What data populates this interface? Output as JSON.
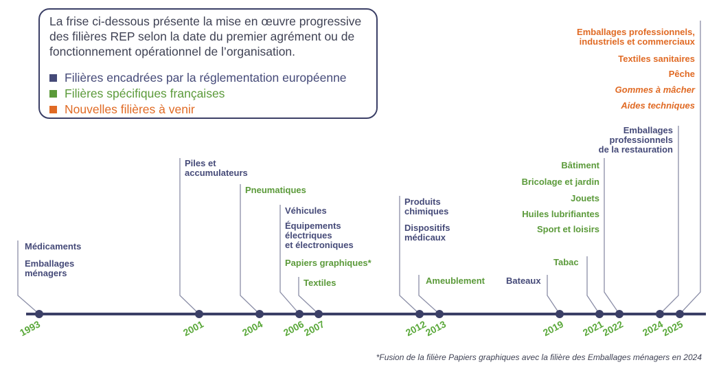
{
  "intro_text": "La frise ci-dessous présente la mise en œuvre progressive des filières REP selon la date du premier agrément ou de fonctionnement opérationnel de l’organisation.",
  "legend": [
    {
      "label": "Filières encadrées par la réglementation européenne",
      "color": "#454a78"
    },
    {
      "label": "Filières spécifiques françaises",
      "color": "#5b9a3a"
    },
    {
      "label": "Nouvelles filières à venir",
      "color": "#e06a24"
    }
  ],
  "timeline": {
    "line_color": "#3b3f66",
    "years": [
      "1993",
      "2001",
      "2004",
      "2006",
      "2007",
      "2012",
      "2013",
      "2019",
      "2021",
      "2022",
      "2024",
      "2025"
    ]
  },
  "labels": {
    "medicaments": "Médicaments",
    "emballages_menagers": "Emballages\nménagers",
    "piles": "Piles et\naccumulateurs",
    "pneumatiques": "Pneumatiques",
    "vehicules": "Véhicules",
    "equipements": "Équipements\nélectriques\net électroniques",
    "papiers": "Papiers graphiques*",
    "textiles": "Textiles",
    "produits_chimiques": "Produits\nchimiques",
    "dispositifs_medicaux": "Dispositifs\nmédicaux",
    "ameublement": "Ameublement",
    "bateaux": "Bateaux",
    "tabac": "Tabac",
    "batiment": "Bâtiment",
    "bricolage": "Bricolage et jardin",
    "jouets": "Jouets",
    "huiles": "Huiles lubrifiantes",
    "sport": "Sport et loisirs",
    "emballages_restauration": "Emballages\nprofessionnels\nde la restauration",
    "emballages_pro": "Emballages professionnels,\nindustriels et commerciaux",
    "textiles_sanitaires": "Textiles sanitaires",
    "peche": "Pêche",
    "gommes": "Gommes à mâcher",
    "aides": "Aides techniques"
  },
  "footnote": "*Fusion de la filière Papiers graphiques avec la filière des Emballages ménagers en 2024"
}
